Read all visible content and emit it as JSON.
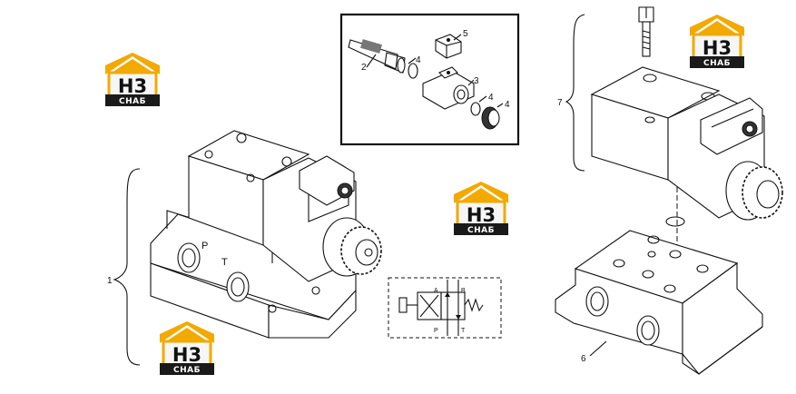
{
  "logos": {
    "text_top": "H3",
    "text_bottom": "CHAБ",
    "colors": {
      "roof": "#f2a900",
      "box": "#1a1a1a"
    }
  },
  "ports": {
    "left_block": [
      "P",
      "T"
    ],
    "symbol": [
      "A",
      "B",
      "P",
      "T"
    ]
  },
  "callouts": {
    "inset": [
      "2",
      "4",
      "5",
      "3",
      "4",
      "4"
    ],
    "assembly_left": "1",
    "assembly_right": "7",
    "base_right": "6"
  }
}
